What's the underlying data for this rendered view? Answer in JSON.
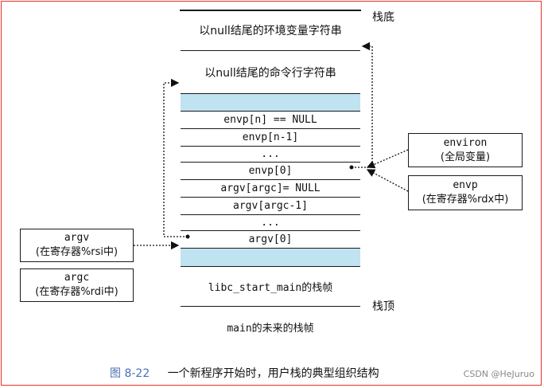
{
  "stack": {
    "cells": [
      {
        "text": "以null结尾的环境变量字符串",
        "style": "cn"
      },
      {
        "text": "以null结尾的命令行字符串",
        "style": "cn"
      },
      {
        "text": "",
        "style": "blue"
      },
      {
        "text": "envp[n] == NULL",
        "style": "mono"
      },
      {
        "text": "envp[n-1]",
        "style": "mono"
      },
      {
        "text": "...",
        "style": "mono"
      },
      {
        "text": "envp[0]",
        "style": "mono"
      },
      {
        "text": "argv[argc]= NULL",
        "style": "mono"
      },
      {
        "text": "argv[argc-1]",
        "style": "mono"
      },
      {
        "text": "...",
        "style": "mono"
      },
      {
        "text": "argv[0]",
        "style": "mono"
      },
      {
        "text": "",
        "style": "blue"
      },
      {
        "text": "libc_start_main的栈帧",
        "style": "mono"
      },
      {
        "text": "main的未来的栈帧",
        "style": "mono"
      }
    ]
  },
  "labels": {
    "stack_bottom": "栈底",
    "stack_top": "栈顶"
  },
  "registers": {
    "argv": {
      "name": "argv",
      "desc": "(在寄存器%rsi中)"
    },
    "argc": {
      "name": "argc",
      "desc": "(在寄存器%rdi中)"
    },
    "environ": {
      "name": "environ",
      "desc": "(全局变量)"
    },
    "envp": {
      "name": "envp",
      "desc": "(在寄存器%rdx中)"
    }
  },
  "caption": {
    "figure": "图 8-22",
    "text": "一个新程序开始时，用户栈的典型组织结构"
  },
  "watermark": "CSDN @HeJuruo"
}
